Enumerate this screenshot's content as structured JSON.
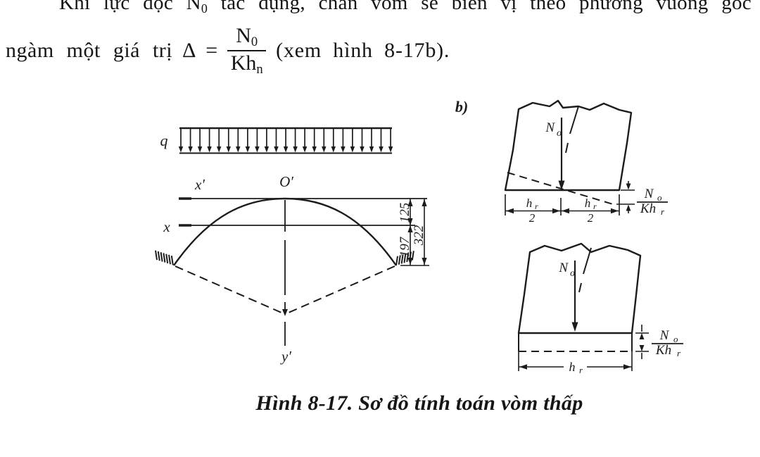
{
  "paragraph": {
    "line1_pre": "Khi lực dọc N",
    "line1_sub": "0",
    "line1_post": " tác dụng, chân vòm sẽ biến vị theo phương vuông góc",
    "line2_pre": "ngàm một giá trị",
    "delta": "Δ =",
    "frac_num_base": "N",
    "frac_num_sub": "0",
    "frac_den_base": "Kh",
    "frac_den_sub": "n",
    "line2_post": "(xem hình 8-17b)."
  },
  "figure": {
    "b_label": "b)",
    "arch": {
      "q": "q",
      "x_prime": "x′",
      "o_prime": "O′",
      "x": "x",
      "y_prime": "y′",
      "d125": "125",
      "d197": "197",
      "d322": "322"
    },
    "pier_top": {
      "N": "N",
      "N_sub": "o",
      "h": "h",
      "h_sub": "r",
      "two": "2",
      "frac_num": "N",
      "frac_num_sub": "o",
      "frac_den": "Kh",
      "frac_den_sub": "r"
    },
    "pier_bottom": {
      "N": "N",
      "N_sub": "o",
      "h": "h",
      "h_sub": "r",
      "frac_num": "N",
      "frac_num_sub": "o",
      "frac_den": "Kh",
      "frac_den_sub": "r"
    }
  },
  "caption": "Hình 8-17. Sơ đồ tính toán vòm thấp"
}
